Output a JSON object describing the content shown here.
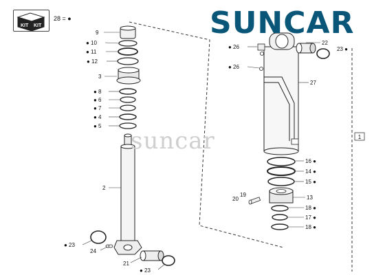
{
  "brand": {
    "logo_text": "SUNCAR",
    "watermark_text": "suncar",
    "color": "#0a5678"
  },
  "kit": {
    "icon_label": "KIT",
    "count_label": "28 = ●"
  },
  "frame_label": "1",
  "callouts": [
    {
      "id": "c9",
      "text": "9"
    },
    {
      "id": "c10",
      "text": "● 10"
    },
    {
      "id": "c11",
      "text": "● 11"
    },
    {
      "id": "c12",
      "text": "● 12"
    },
    {
      "id": "c3",
      "text": "3"
    },
    {
      "id": "c8",
      "text": "● 8"
    },
    {
      "id": "c6",
      "text": "● 6"
    },
    {
      "id": "c7",
      "text": "● 7"
    },
    {
      "id": "c4",
      "text": "● 4"
    },
    {
      "id": "c5",
      "text": "● 5"
    },
    {
      "id": "c2",
      "text": "2"
    },
    {
      "id": "c23a",
      "text": "● 23"
    },
    {
      "id": "c24",
      "text": "24"
    },
    {
      "id": "c21",
      "text": "21"
    },
    {
      "id": "c23b",
      "text": "● 23"
    },
    {
      "id": "c26a",
      "text": "● 26"
    },
    {
      "id": "c26b",
      "text": "● 26"
    },
    {
      "id": "c22",
      "text": "22"
    },
    {
      "id": "c23c",
      "text": "23 ●"
    },
    {
      "id": "c27",
      "text": "27"
    },
    {
      "id": "c16",
      "text": "16 ●"
    },
    {
      "id": "c14",
      "text": "14 ●"
    },
    {
      "id": "c15",
      "text": "15 ●"
    },
    {
      "id": "c13",
      "text": "13"
    },
    {
      "id": "c19",
      "text": "19"
    },
    {
      "id": "c20",
      "text": "20"
    },
    {
      "id": "c18a",
      "text": "18 ●"
    },
    {
      "id": "c17",
      "text": "17 ●"
    },
    {
      "id": "c18b",
      "text": "18 ●"
    }
  ]
}
